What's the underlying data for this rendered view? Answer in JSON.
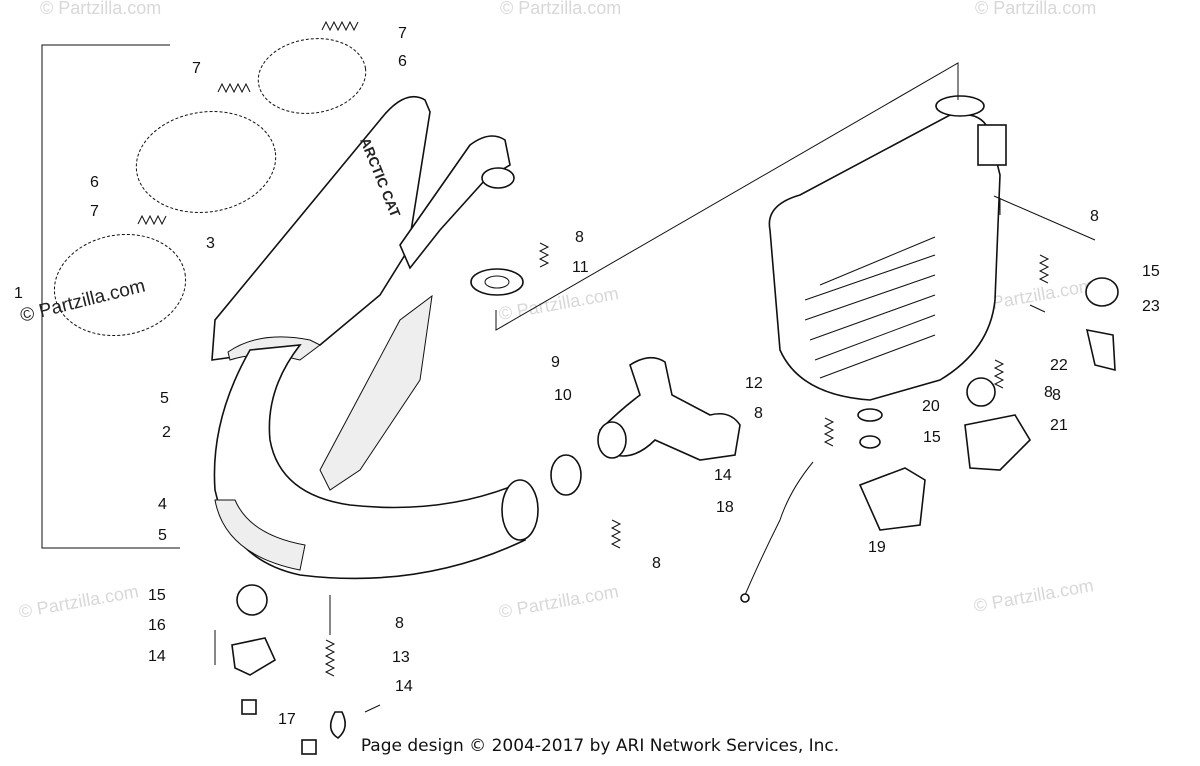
{
  "watermarks": {
    "brand": "© Partzilla.com"
  },
  "callouts": [
    "1",
    "2",
    "3",
    "4",
    "5",
    "5",
    "6",
    "6",
    "7",
    "7",
    "7",
    "8",
    "8",
    "8",
    "8",
    "8",
    "8",
    "8",
    "9",
    "10",
    "11",
    "12",
    "13",
    "14",
    "14",
    "14",
    "15",
    "15",
    "15",
    "16",
    "17",
    "18",
    "19",
    "20",
    "21",
    "22",
    "23"
  ],
  "nameplate": "ARCTIC CAT",
  "footer": {
    "credit": "Page design © 2004-2017 by ARI Network Services, Inc."
  }
}
